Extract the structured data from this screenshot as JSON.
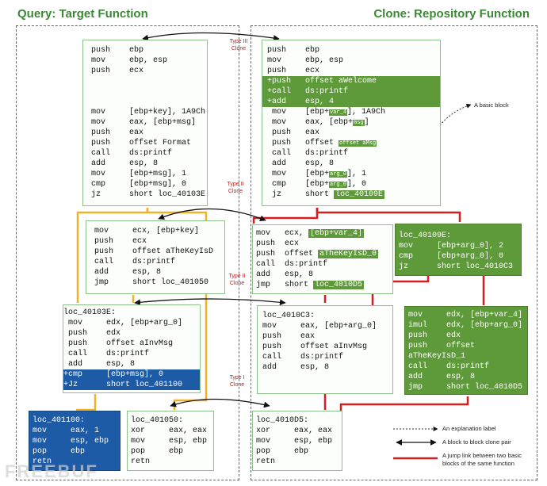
{
  "titles": {
    "query": "Query: Target Function",
    "clone": "Clone: Repository Function"
  },
  "clone_labels": [
    "Type III\nClone",
    "Type II\nClone",
    "Type II\nClone",
    "Type I\nClone"
  ],
  "annotation": "A basic block",
  "legend": {
    "explanation": "An explanation label",
    "pair": "A block to block clone pair",
    "jump": "A jump link between two basic blocks of the same function"
  },
  "watermark": "FREEBUF",
  "query_blocks": {
    "b1": [
      "push    ebp",
      "mov     ebp, esp",
      "push    ecx",
      "",
      "",
      "",
      "mov     [ebp+key], 1A9Ch",
      "mov     eax, [ebp+msg]",
      "push    eax",
      "push    offset Format",
      "call    ds:printf",
      "add     esp, 8",
      "mov     [ebp+msg], 1",
      "cmp     [ebp+msg], 0",
      "jz      short loc_40103E"
    ],
    "b2": [
      "mov     ecx, [ebp+key]",
      "push    ecx",
      "push    offset aTheKeyIsD",
      "call    ds:printf",
      "add     esp, 8",
      "jmp     short loc_401050"
    ],
    "b3": [
      "loc_40103E:",
      " mov     edx, [ebp+arg_0]",
      " push    edx",
      " push    offset aInvMsg",
      " call    ds:printf",
      " add     esp, 8",
      "+cmp     [ebp+msg], 0",
      "+Jz      short loc_401100"
    ],
    "b4": [
      "loc_401100:",
      "mov     eax, 1",
      "mov     esp, ebp",
      "pop     ebp",
      "retn"
    ],
    "b5": [
      "loc_401050:",
      "xor     eax, eax",
      "mov     esp, ebp",
      "pop     ebp",
      "retn"
    ]
  },
  "clone_blocks": {
    "c1": [
      "push    ebp",
      "mov     ebp, esp",
      "push    ecx",
      "+push   offset aWelcome",
      "+call   ds:printf",
      "+add    esp, 4",
      " mov    [ebp+",
      " mov    eax, [ebp+",
      " push   eax",
      " push   offset ",
      " call   ds:printf",
      " add    esp, 8",
      " mov    [ebp+",
      " cmp    [ebp+",
      " jz     short "
    ],
    "c1_tags": {
      "var4": "var_4",
      "key_rest": "], 1A9Ch",
      "msg": "msg",
      "msg_rest": "]",
      "amsg": "offset aMsg",
      "arg0a": "arg_0",
      "arg0a_rest": "], 1",
      "arg0b": "arg_0",
      "arg0b_rest": "], 0",
      "jz_target": "loc_40109E"
    },
    "c2": [
      "mov   ecx, ",
      "push  ecx",
      "push  offset ",
      "call  ds:printf",
      "add   esp, 8",
      "jmp   short "
    ],
    "c2_tags": {
      "var4": "[ebp+var_4]",
      "key": "aTheKeyIsD_0",
      "jmp": "loc_4010D5"
    },
    "c3": [
      "loc_40109E:",
      "mov     [ebp+arg_0], 2",
      "cmp     [ebp+arg_0], 0",
      "jz      short loc_4010C3"
    ],
    "c4": [
      "loc_4010C3:",
      "mov     eax, [ebp+arg_0]",
      "push    eax",
      "push    offset aInvMsg",
      "call    ds:printf",
      "add     esp, 8"
    ],
    "c5": [
      "mov     edx, [ebp+var_4]",
      "imul    edx, [ebp+arg_0]",
      "push    edx",
      "push    offset",
      "aTheKeyIsD_1",
      "call    ds:printf",
      "add     esp, 8",
      "jmp     short loc_4010D5"
    ],
    "c6": [
      "loc_4010D5:",
      "xor     eax, eax",
      "mov     esp, ebp",
      "pop     ebp",
      "retn"
    ]
  }
}
